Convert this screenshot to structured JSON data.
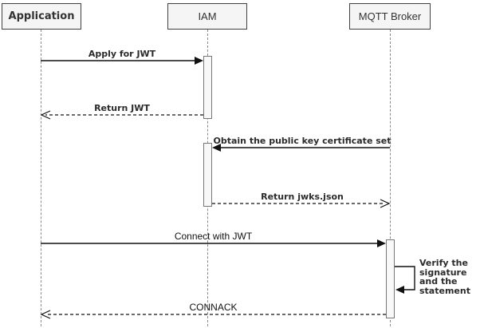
{
  "diagram": {
    "type": "sequence-diagram",
    "actors": [
      {
        "id": "application",
        "label": "Application"
      },
      {
        "id": "iam",
        "label": "IAM"
      },
      {
        "id": "mqtt-broker",
        "label": "MQTT Broker"
      }
    ],
    "messages": [
      {
        "label": "Apply for JWT",
        "from": "application",
        "to": "iam",
        "line": "solid",
        "arrowhead": "filled"
      },
      {
        "label": "Return JWT",
        "from": "iam",
        "to": "application",
        "line": "dashed",
        "arrowhead": "open"
      },
      {
        "label": "Obtain the public key certificate set",
        "from": "mqtt-broker",
        "to": "iam",
        "line": "solid",
        "arrowhead": "filled"
      },
      {
        "label": "Return jwks.json",
        "from": "iam",
        "to": "mqtt-broker",
        "line": "dashed",
        "arrowhead": "open"
      },
      {
        "label": "Connect with JWT",
        "from": "application",
        "to": "mqtt-broker",
        "line": "solid",
        "arrowhead": "filled"
      },
      {
        "label": "Verify the signature and the statement",
        "from": "mqtt-broker",
        "to": "mqtt-broker",
        "line": "self",
        "arrowhead": "filled"
      },
      {
        "label": "CONNACK",
        "from": "mqtt-broker",
        "to": "application",
        "line": "dashed",
        "arrowhead": "open"
      }
    ],
    "colors": {
      "background": "#ffffff",
      "actor_fill": "#f5f5f5",
      "actor_border": "#404040",
      "activation_fill": "#f8f8f8",
      "activation_border": "#777777",
      "lifeline": "#8a8a8a",
      "arrow": "#111111",
      "text": "#2b2b2b"
    }
  }
}
